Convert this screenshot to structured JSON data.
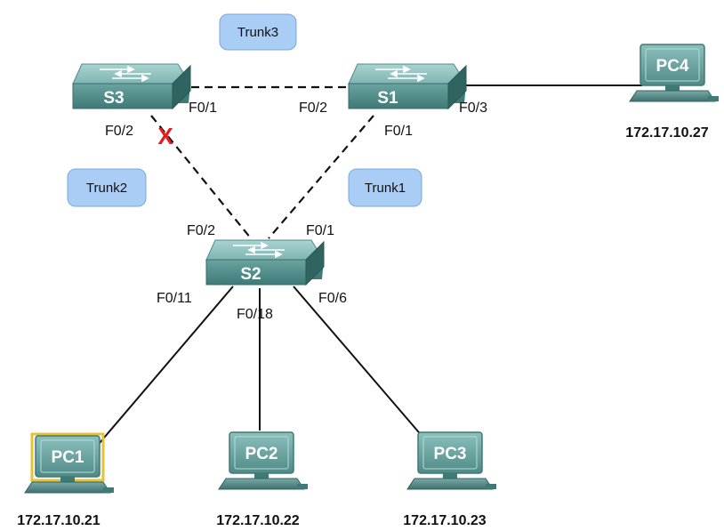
{
  "switches": [
    {
      "id": "s3",
      "label": "S3"
    },
    {
      "id": "s1",
      "label": "S1"
    },
    {
      "id": "s2",
      "label": "S2"
    }
  ],
  "pcs": [
    {
      "id": "pc4",
      "label": "PC4",
      "ip": "172.17.10.27"
    },
    {
      "id": "pc1",
      "label": "PC1",
      "ip": "172.17.10.21"
    },
    {
      "id": "pc2",
      "label": "PC2",
      "ip": "172.17.10.22"
    },
    {
      "id": "pc3",
      "label": "PC3",
      "ip": "172.17.10.23"
    }
  ],
  "trunks": {
    "trunk1": "Trunk1",
    "trunk2": "Trunk2",
    "trunk3": "Trunk3"
  },
  "ports": {
    "s3_f01": "F0/1",
    "s3_f02": "F0/2",
    "s1_f02": "F0/2",
    "s1_f01": "F0/1",
    "s1_f03": "F0/3",
    "s2_f02": "F0/2",
    "s2_f01": "F0/1",
    "s2_f011": "F0/11",
    "s2_f018": "F0/18",
    "s2_f06": "F0/6"
  },
  "blocked_port_marker": "X",
  "colors": {
    "switch_top": "#8fc3c0",
    "switch_side": "#4f8c89",
    "pc_body": "#6fa3a1",
    "trunk_bubble": "#a9cdf5",
    "blocked_marker": "#e02020"
  }
}
